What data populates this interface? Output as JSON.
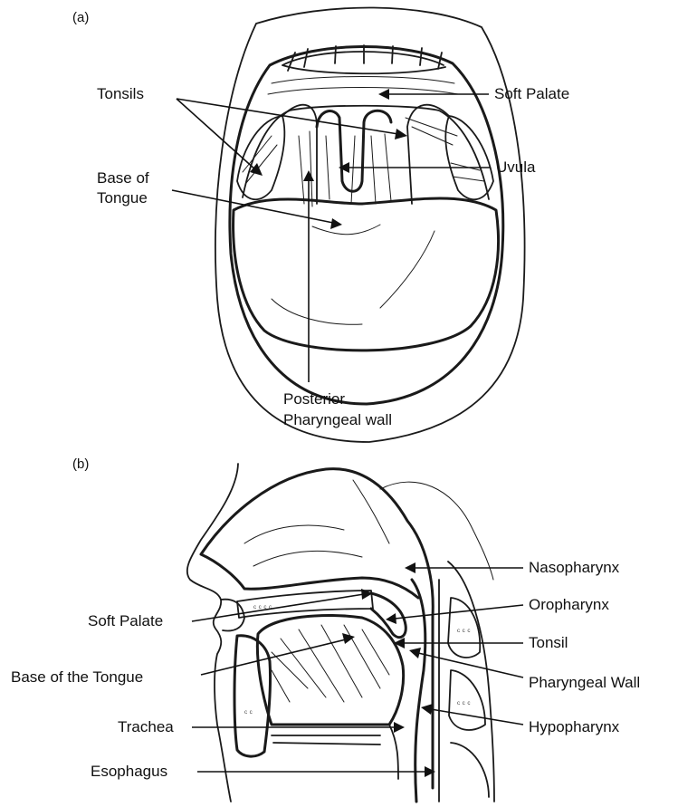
{
  "panel_a": {
    "label": "(a)",
    "labels": {
      "tonsils": "Tonsils",
      "soft_palate": "Soft Palate",
      "uvula": "Uvula",
      "base_of_tongue_line1": "Base of",
      "base_of_tongue_line2": "Tongue",
      "posterior_line1": "Posterior",
      "posterior_line2": "Pharyngeal wall"
    }
  },
  "panel_b": {
    "label": "(b)",
    "labels": {
      "nasopharynx": "Nasopharynx",
      "soft_palate": "Soft Palate",
      "oropharynx": "Oropharynx",
      "tonsil": "Tonsil",
      "base_of_tongue": "Base of the Tongue",
      "pharyngeal_wall": "Pharyngeal Wall",
      "trachea": "Trachea",
      "hypopharynx": "Hypopharynx",
      "esophagus": "Esophagus"
    }
  }
}
